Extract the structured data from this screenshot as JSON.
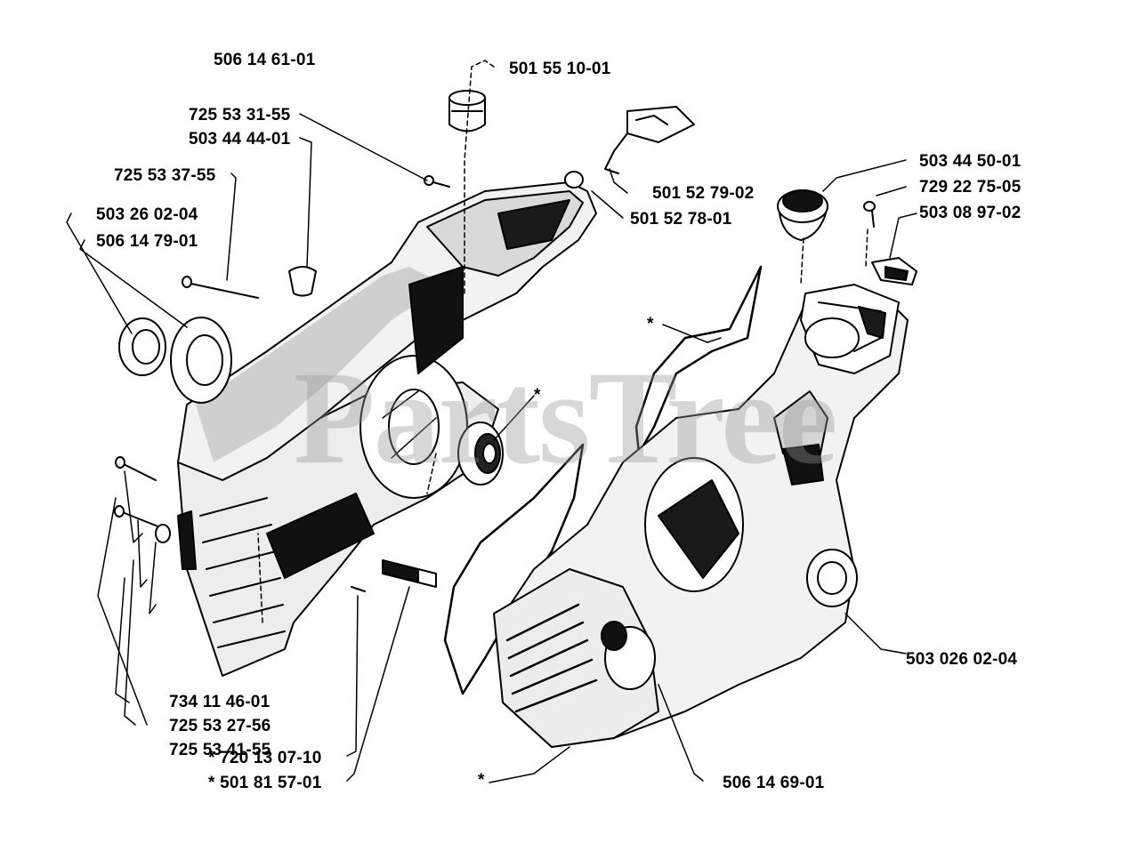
{
  "watermark": "PartsTree",
  "labels": {
    "p506146101": "506 14 61-01",
    "p501551001": "501 55 10-01",
    "p725533155": "725 53 31-55",
    "p503444401": "503 44 44-01",
    "p725533755": "725 53 37-55",
    "p503260204": "503 26 02-04",
    "p506147901": "506 14 79-01",
    "p501527902": "501 52 79-02",
    "p501527801": "501 52 78-01",
    "p503445001": "503 44 50-01",
    "p729227505": "729 22 75-05",
    "p503089702": "503 08 97-02",
    "star_a": "*",
    "star_b": "*",
    "star_c": "*",
    "p503026020": "503 026 02-04",
    "p734114601": "734 11 46-01",
    "p725532756": "725 53 27-56",
    "p725534155": "725 53 41-55",
    "p720130710": "*  720 13 07-10",
    "p501815701": "*  501 81 57-01",
    "p506146901": "506 14 69-01"
  }
}
